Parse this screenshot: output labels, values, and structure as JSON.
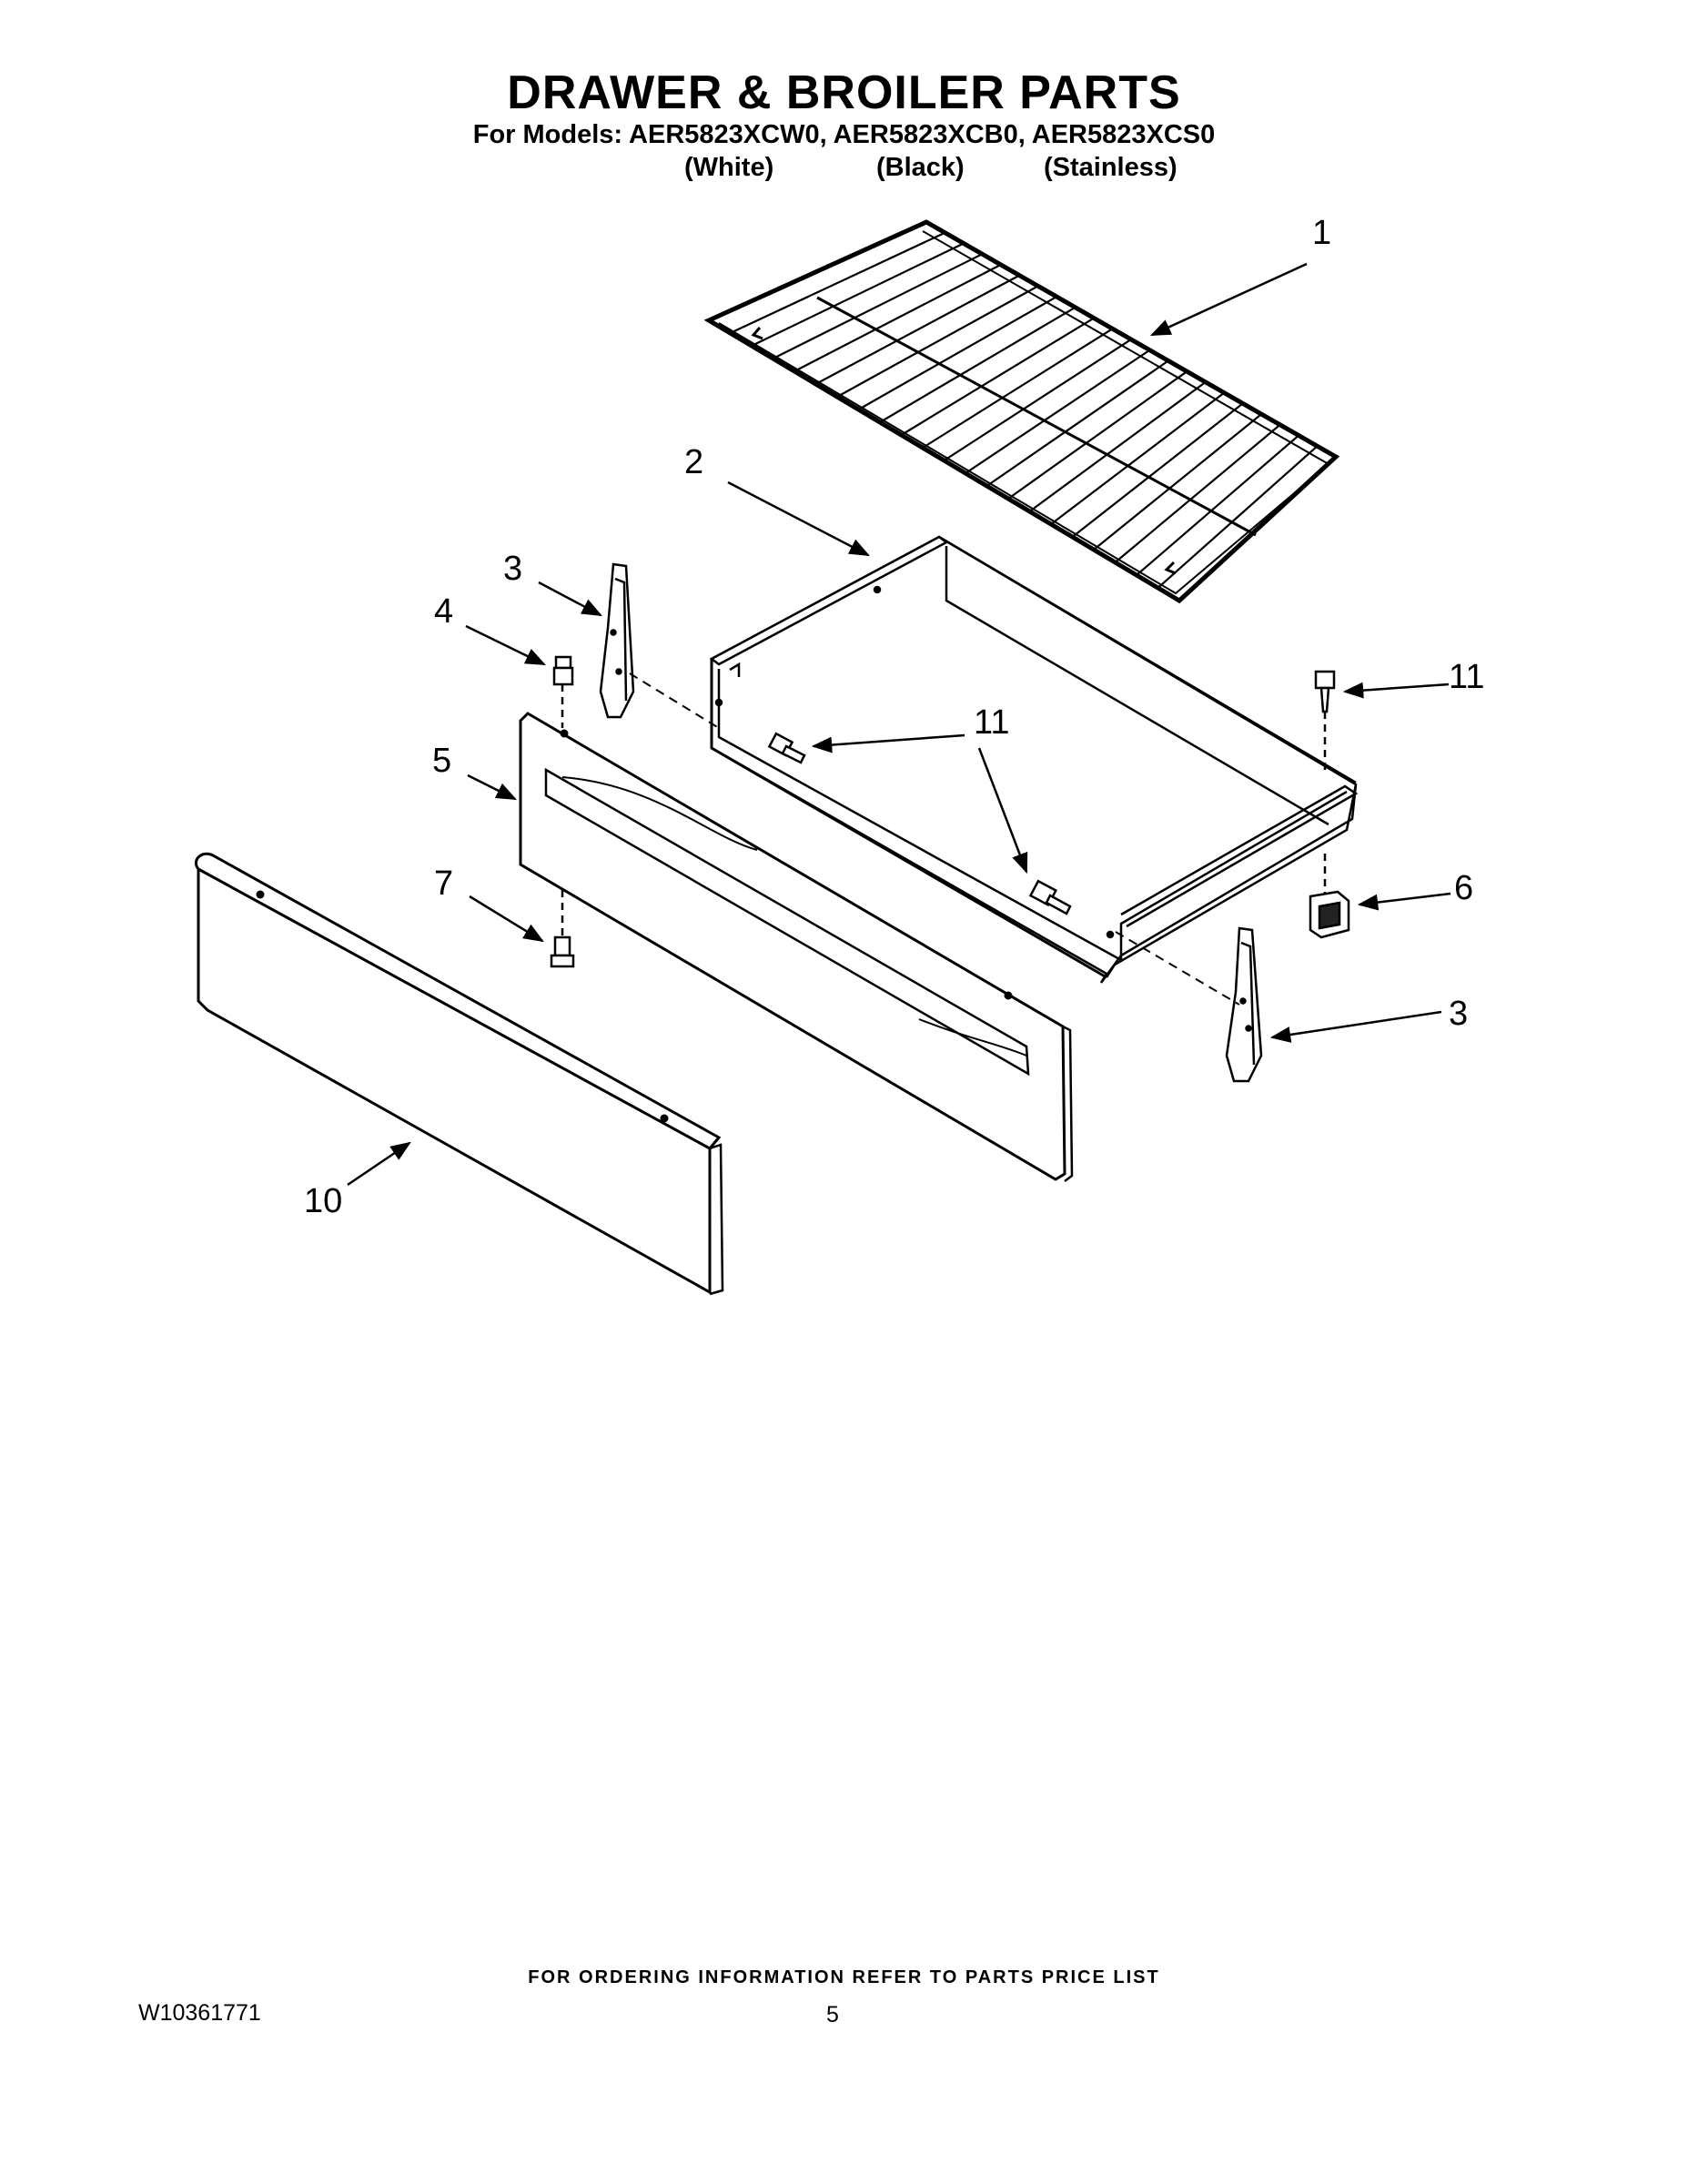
{
  "header": {
    "title": "DRAWER & BROILER PARTS",
    "models_line": "For Models: AER5823XCW0, AER5823XCB0, AER5823XCS0",
    "variants": [
      "(White)",
      "(Black)",
      "(Stainless)"
    ]
  },
  "callouts": [
    {
      "id": "1",
      "label": "1"
    },
    {
      "id": "2",
      "label": "2"
    },
    {
      "id": "3a",
      "label": "3"
    },
    {
      "id": "3b",
      "label": "3"
    },
    {
      "id": "4",
      "label": "4"
    },
    {
      "id": "5",
      "label": "5"
    },
    {
      "id": "6",
      "label": "6"
    },
    {
      "id": "7",
      "label": "7"
    },
    {
      "id": "10",
      "label": "10"
    },
    {
      "id": "11a",
      "label": "11"
    },
    {
      "id": "11b",
      "label": "11"
    }
  ],
  "footer": {
    "note": "FOR ORDERING INFORMATION REFER TO PARTS PRICE LIST",
    "doc_number": "W10361771",
    "page_number": "5"
  }
}
